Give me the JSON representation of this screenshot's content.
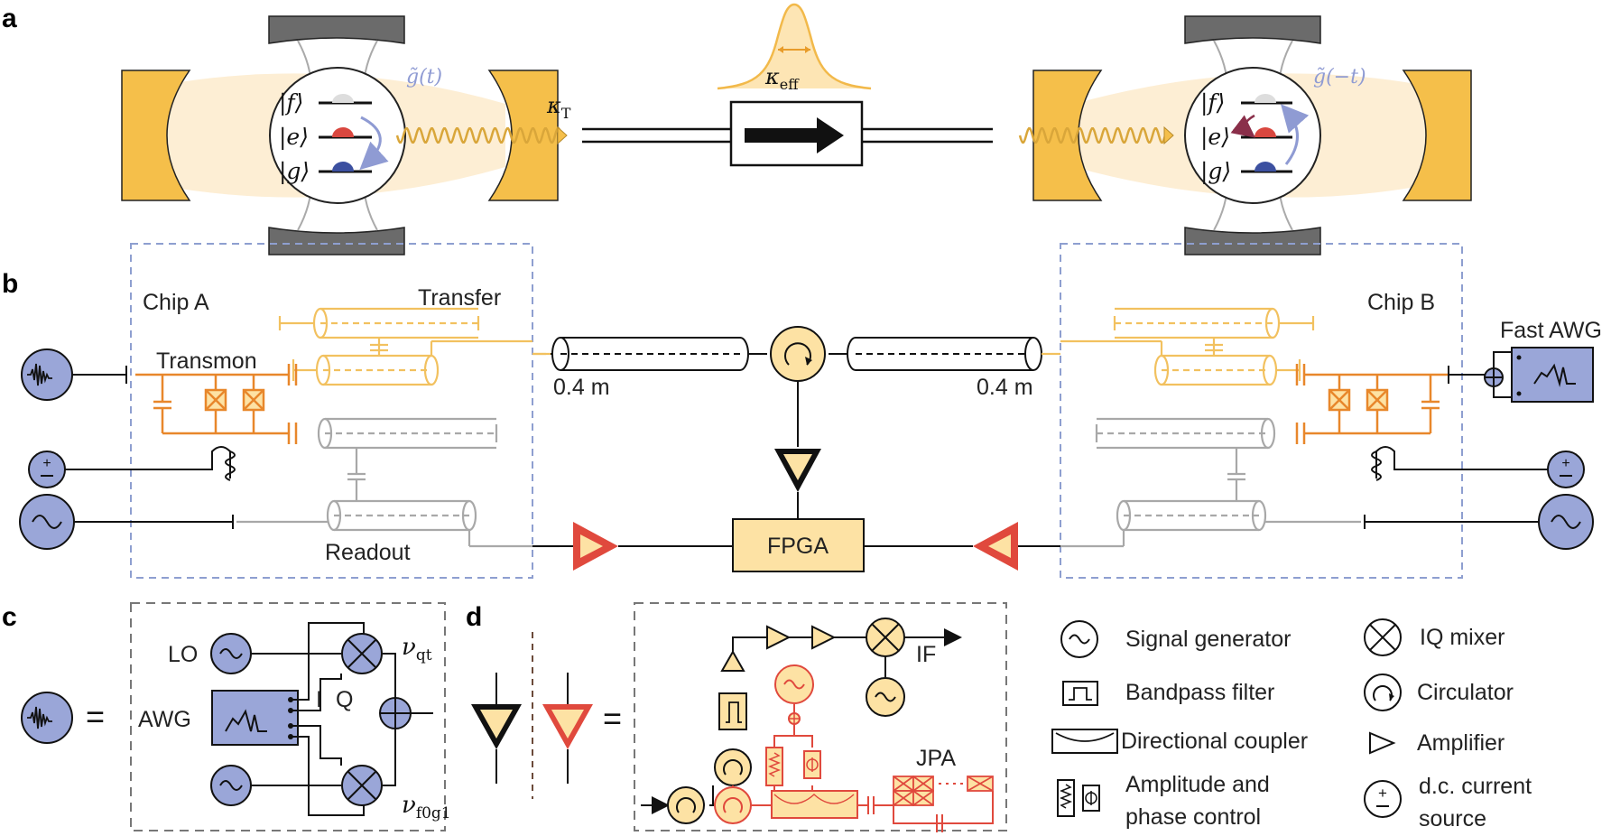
{
  "panels": {
    "a": "a",
    "b": "b",
    "c": "c",
    "d": "d"
  },
  "panel_a": {
    "coupling_left": "g̃(t)",
    "coupling_right": "g̃(−t)",
    "kappa_T_symbol": "κ",
    "kappa_T_sub": "T",
    "kappa_eff_symbol": "κ",
    "kappa_eff_sub": "eff",
    "levels": [
      "|f⟩",
      "|e⟩",
      "|g⟩"
    ],
    "colors": {
      "mirror": "#f5bf4a",
      "beam": "#fbe9c8",
      "ket_red": "#d9473f",
      "ket_blue": "#3c50a0",
      "arrow_lilac": "#8f9bd3",
      "clamp": "#6b6b6b"
    }
  },
  "panel_b": {
    "chip_a": "Chip A",
    "chip_b": "Chip B",
    "transfer": "Transfer",
    "transmon": "Transmon",
    "readout": "Readout",
    "length_left": "0.4 m",
    "length_right": "0.4 m",
    "fpga": "FPGA",
    "fast_awg": "Fast AWG",
    "colors": {
      "transfer": "#f2c15f",
      "transmon": "#e8872b",
      "readout": "#a8a8a8",
      "box_border": "#8e9fd0",
      "amp_red": "#e0493d",
      "fill_yellow": "#fde2a4",
      "fill_blue": "#9aa6d8"
    }
  },
  "panel_c": {
    "equals": "=",
    "lo": "LO",
    "awg": "AWG",
    "i": "I",
    "q": "Q",
    "nu_symbol": "ν",
    "nu_top_sub": "qt",
    "nu_bot_sub": "f0g1"
  },
  "panel_d": {
    "equals": "=",
    "if_label": "IF",
    "jpa": "JPA"
  },
  "legend": {
    "signal_generator": "Signal generator",
    "iq_mixer": "IQ mixer",
    "bandpass_filter": "Bandpass filter",
    "circulator": "Circulator",
    "directional_coupler": "Directional coupler",
    "amplifier": "Amplifier",
    "amp_phase_line1": "Amplitude and",
    "amp_phase_line2": "phase control",
    "dc_source_line1": "d.c. current",
    "dc_source_line2": "source"
  }
}
